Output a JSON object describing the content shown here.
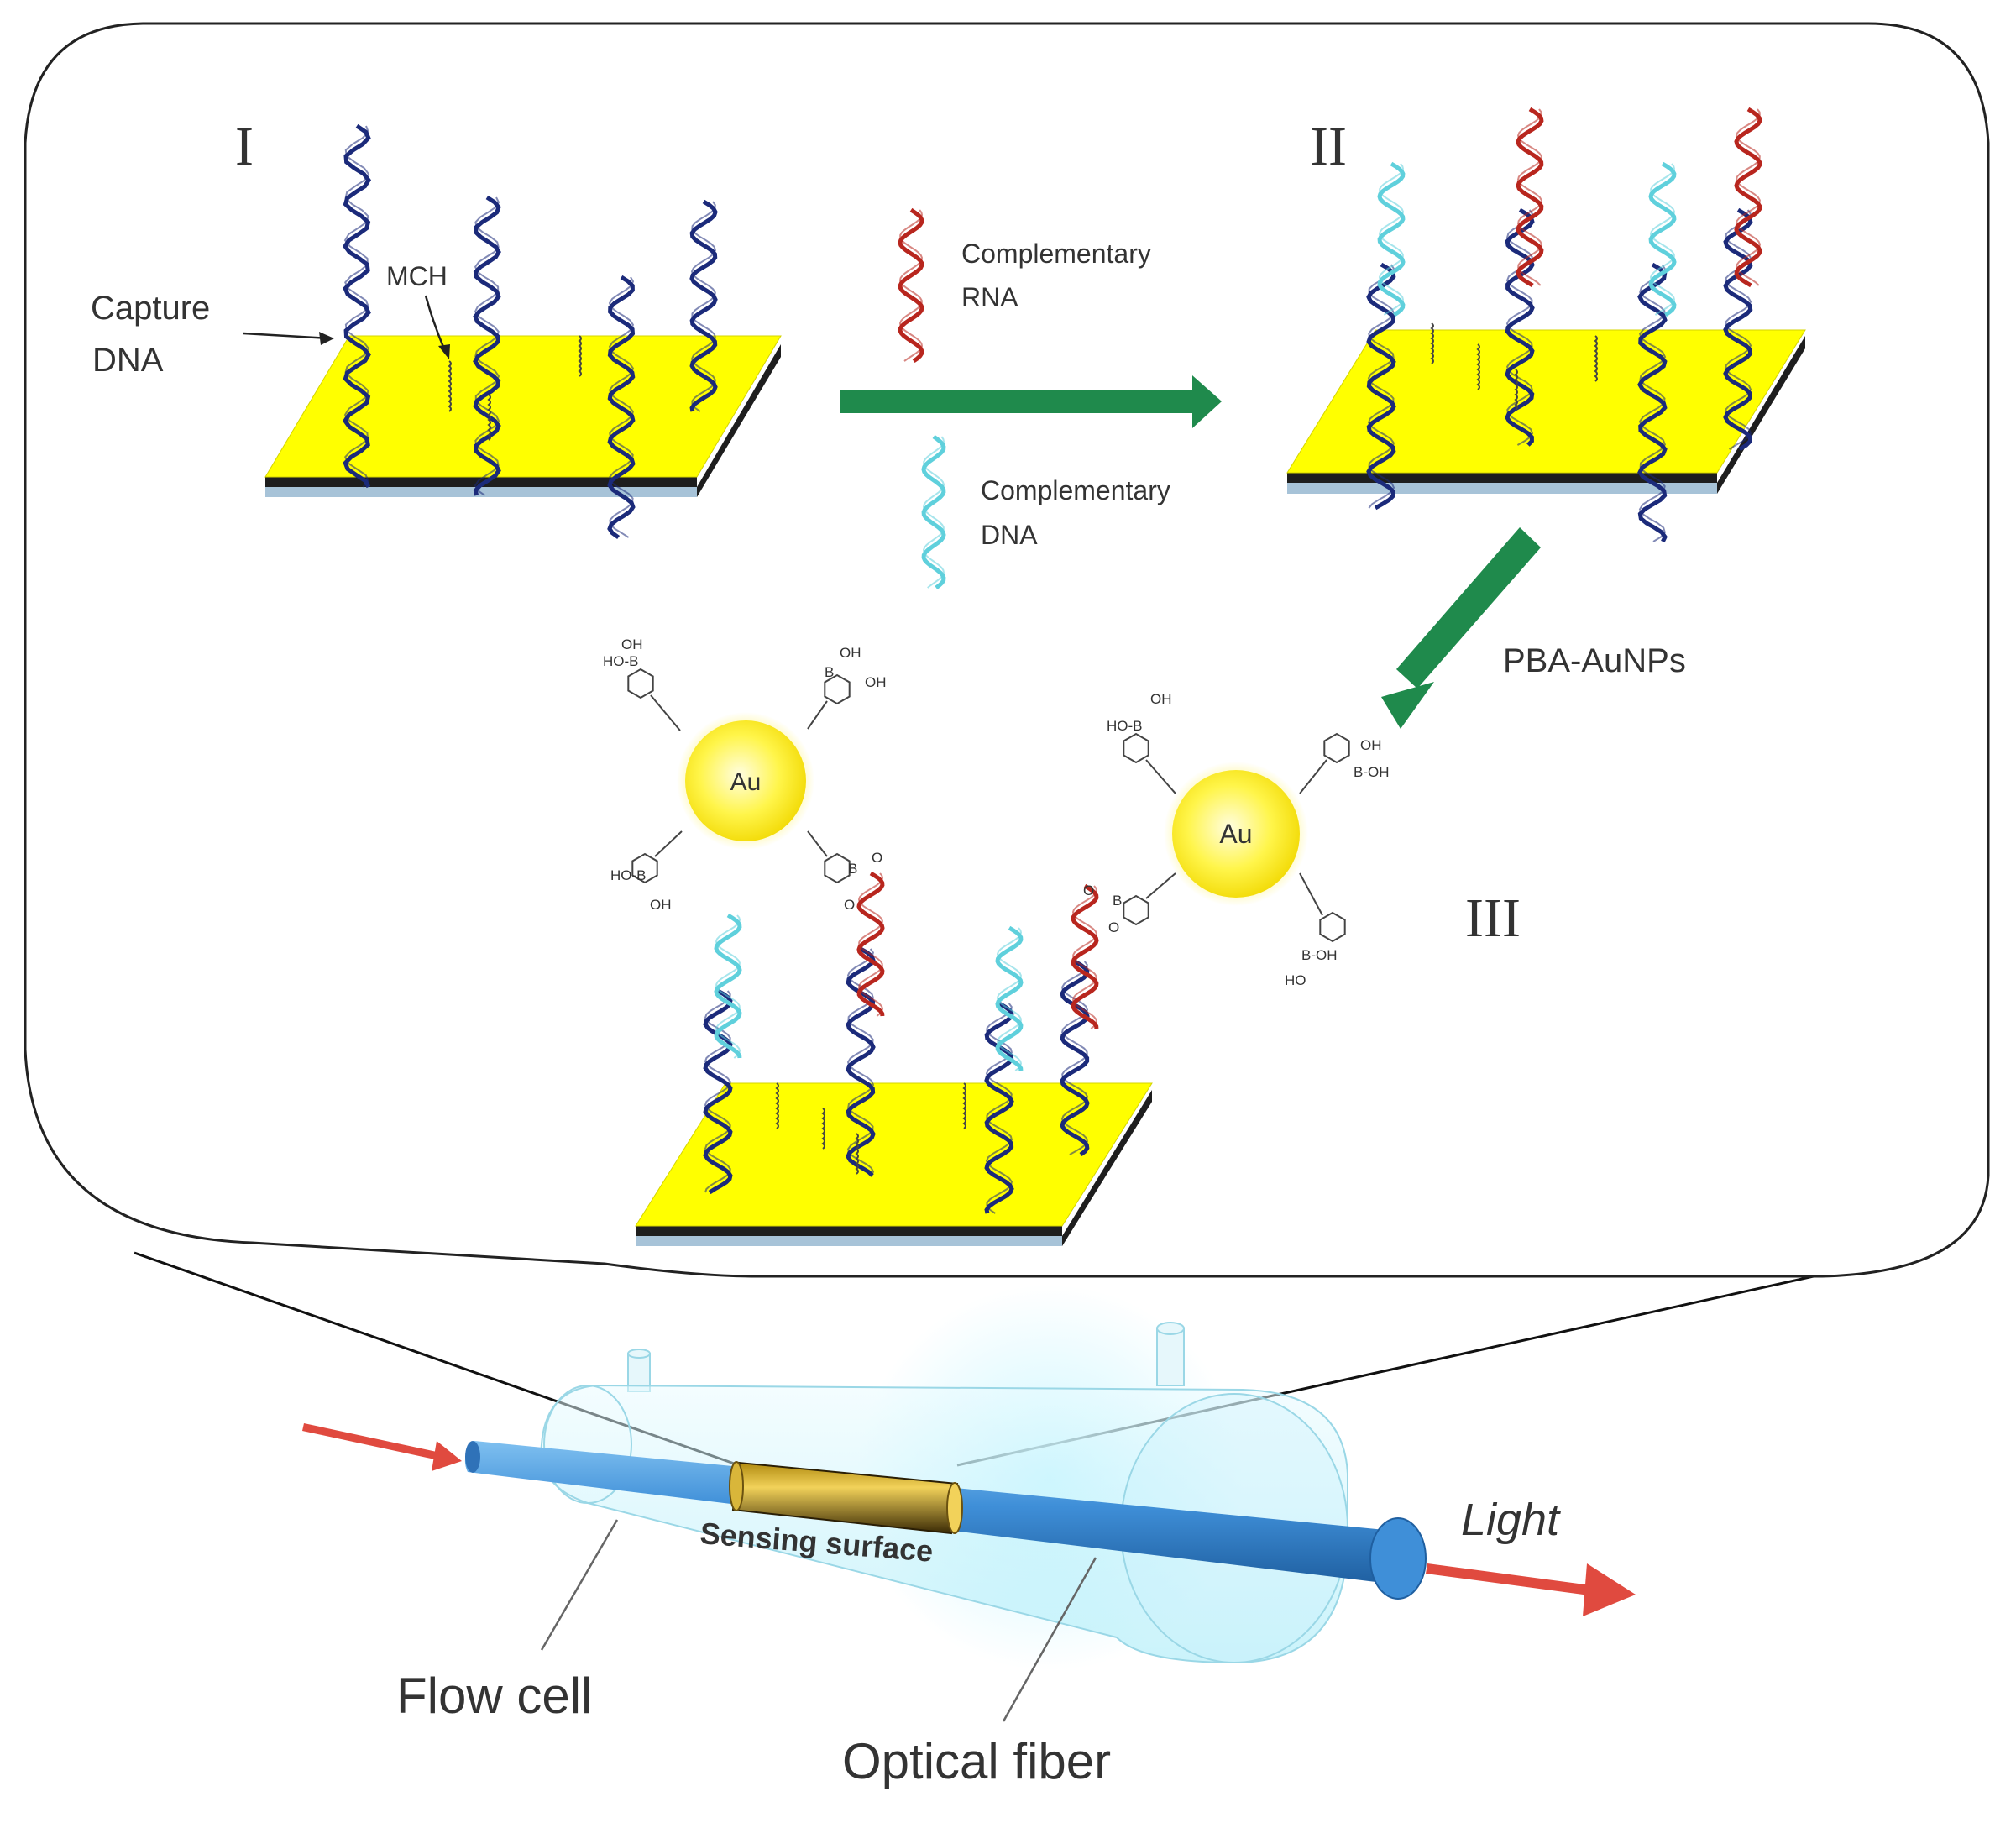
{
  "panels": {
    "step1": "I",
    "step2": "II",
    "step3": "III"
  },
  "labels": {
    "capture_dna": [
      "Capture",
      "DNA"
    ],
    "mch": "MCH",
    "complementary_rna": [
      "Complementary",
      "RNA"
    ],
    "complementary_dna": [
      "Complementary",
      "DNA"
    ],
    "pba_aunps": "PBA-AuNPs",
    "gold_np": "Au",
    "sensing_surface": "Sensing surface",
    "light": "Light",
    "flow_cell": "Flow cell",
    "optical_fiber": "Optical fiber"
  },
  "chemistry": {
    "oh": "OH",
    "ho": "HO",
    "b": "B",
    "o": "O",
    "ho_b": "HO-B",
    "b_oh": "B-OH"
  },
  "colors": {
    "gold_surface": "#ffff00",
    "substrate_edge": "#a7c3d8",
    "dna_dark": "#1b2a7a",
    "rna_red": "#b8261e",
    "dna_cyan": "#5fd0dc",
    "green_arrow": "#1f8a4c",
    "fiber_blue": "#3d8ed6",
    "light_arrow": "#d9302a",
    "au_particle": "#fff24a"
  }
}
